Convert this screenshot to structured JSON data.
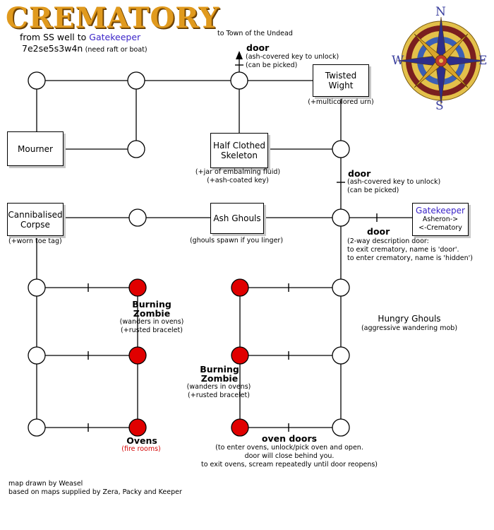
{
  "title": "CREMATORY",
  "header": {
    "route_prefix": "from SS well to",
    "route_target": "Gatekeeper",
    "coords": "7e2se5s3w4n",
    "coords_note": "(need raft or boat)"
  },
  "compass": {
    "n": "N",
    "s": "S",
    "e": "E",
    "w": "W"
  },
  "top_exit": {
    "to_label": "to Town of the Undead",
    "door_label": "door",
    "note1": "(ash-covered key to unlock)",
    "note2": "(can be picked)"
  },
  "rooms": {
    "twisted_wight": {
      "name": "Twisted\nWight",
      "note": "(+multicolored urn)"
    },
    "mourner": {
      "name": "Mourner"
    },
    "half_clothed": {
      "name": "Half Clothed\nSkeleton",
      "note1": "(+jar of embalming fluid)",
      "note2": "(+ash-coated key)"
    },
    "cannibalised": {
      "name": "Cannibalised\nCorpse",
      "note": "(+worn toe tag)"
    },
    "ash_ghouls": {
      "name": "Ash Ghouls",
      "note": "(ghouls spawn if you linger)"
    }
  },
  "right_door": {
    "door_label": "door",
    "note1": "(ash-covered key to unlock)",
    "note2": "(can be picked)"
  },
  "gatekeeper": {
    "title": "Gatekeeper",
    "line1": "Asheron->",
    "line2": "<-Crematory",
    "door_label": "door",
    "desc1": "(2-way description door:",
    "desc2": "to exit crematory, name is 'door'.",
    "desc3": "to enter crematory, name is 'hidden')"
  },
  "left_zombie": {
    "name1": "Burning",
    "name2": "Zombie",
    "note1": "(wanders in ovens)",
    "note2": "(+rusted bracelet)"
  },
  "right_zombie": {
    "name1": "Burning",
    "name2": "Zombie",
    "note1": "(wanders in ovens)",
    "note2": "(+rusted bracelet)"
  },
  "hungry_ghouls": {
    "name": "Hungry Ghouls",
    "note": "(aggressive wandering mob)"
  },
  "ovens": {
    "name": "Ovens",
    "note": "(fire rooms)"
  },
  "oven_doors": {
    "name": "oven doors",
    "note1": "(to enter ovens, unlock/pick oven and open.",
    "note2": "door will close behind you.",
    "note3": "to exit ovens, scream repeatedly until door reopens)"
  },
  "credits": {
    "line1": "map drawn by Weasel",
    "line2": "based on maps supplied by Zera, Packy and Keeper"
  },
  "colors": {
    "title": "#e09a1e",
    "link": "#3b25c8",
    "fire_node": "#e00000",
    "fire_note": "#d40000"
  }
}
